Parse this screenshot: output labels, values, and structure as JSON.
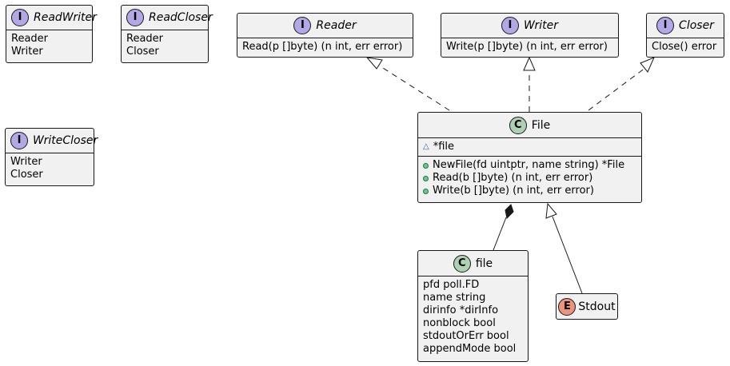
{
  "interfaces": {
    "readwriter": {
      "name": "ReadWriter",
      "members": [
        "Reader",
        "Writer"
      ]
    },
    "readcloser": {
      "name": "ReadCloser",
      "members": [
        "Reader",
        "Closer"
      ]
    },
    "writecloser": {
      "name": "WriteCloser",
      "members": [
        "Writer",
        "Closer"
      ]
    },
    "reader": {
      "name": "Reader",
      "members": [
        "Read(p []byte) (n int, err error)"
      ]
    },
    "writer": {
      "name": "Writer",
      "members": [
        "Write(p []byte) (n int, err error)"
      ]
    },
    "closer": {
      "name": "Closer",
      "members": [
        "Close() error"
      ]
    }
  },
  "classes": {
    "File": {
      "name": "File",
      "fields": [
        "*file"
      ],
      "methods": [
        "NewFile(fd uintptr, name string) *File",
        "Read(b []byte) (n int, err error)",
        "Write(b []byte) (n int, err error)"
      ]
    },
    "file": {
      "name": "file",
      "fields": [
        "pfd poll.FD",
        "name string",
        "dirinfo *dirInfo",
        "nonblock bool",
        "stdoutOrErr bool",
        "appendMode bool"
      ]
    }
  },
  "entities": {
    "stdout": {
      "name": "Stdout"
    }
  },
  "stereotype_letters": {
    "interface": "I",
    "class": "C",
    "entity": "E"
  },
  "icon_names": {
    "interface": "interface-stereotype-icon",
    "class": "class-stereotype-icon",
    "entity": "entity-stereotype-icon",
    "public": "public-visibility-icon",
    "package": "package-visibility-icon"
  },
  "colors": {
    "box_fill": "#f1f1f1",
    "border": "#181818",
    "interface_circle": "#b4a7e5",
    "class_circle": "#add1b2",
    "entity_circle": "#eb937f"
  },
  "relations": [
    {
      "from": "File",
      "to": "Reader",
      "type": "realization"
    },
    {
      "from": "File",
      "to": "Writer",
      "type": "realization"
    },
    {
      "from": "File",
      "to": "Closer",
      "type": "realization"
    },
    {
      "from": "File",
      "to": "file",
      "type": "composition"
    },
    {
      "from": "Stdout",
      "to": "File",
      "type": "inheritance"
    }
  ]
}
